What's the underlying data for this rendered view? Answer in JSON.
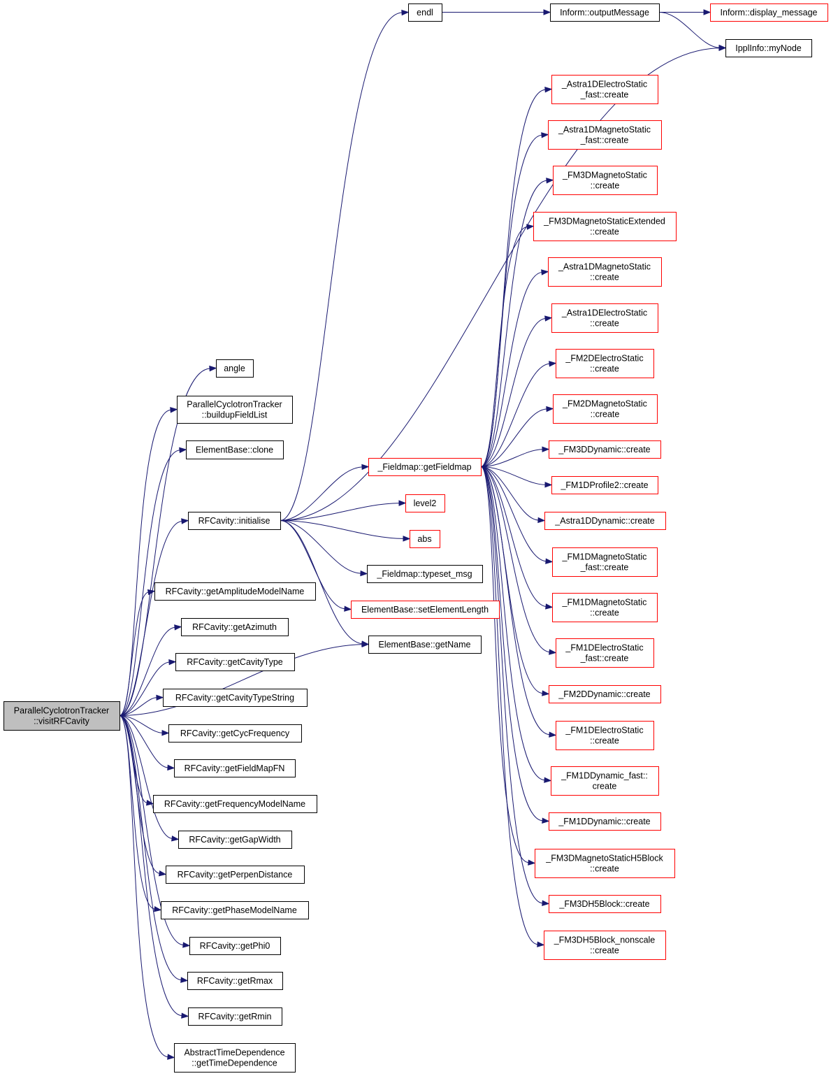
{
  "diagram": {
    "root": "ParallelCyclotronTracker::visitRFCavity",
    "nodes": [
      {
        "id": "root",
        "lines": [
          "ParallelCyclotronTracker",
          "::visitRFCavity"
        ],
        "style": "root"
      },
      {
        "id": "angle",
        "lines": [
          "angle"
        ],
        "style": "black"
      },
      {
        "id": "buildup",
        "lines": [
          "ParallelCyclotronTracker",
          "::buildupFieldList"
        ],
        "style": "black"
      },
      {
        "id": "clone",
        "lines": [
          "ElementBase::clone"
        ],
        "style": "black"
      },
      {
        "id": "init",
        "lines": [
          "RFCavity::initialise"
        ],
        "style": "black"
      },
      {
        "id": "ampl",
        "lines": [
          "RFCavity::getAmplitudeModelName"
        ],
        "style": "black"
      },
      {
        "id": "azim",
        "lines": [
          "RFCavity::getAzimuth"
        ],
        "style": "black"
      },
      {
        "id": "ctype",
        "lines": [
          "RFCavity::getCavityType"
        ],
        "style": "black"
      },
      {
        "id": "ctypes",
        "lines": [
          "RFCavity::getCavityTypeString"
        ],
        "style": "black"
      },
      {
        "id": "cycf",
        "lines": [
          "RFCavity::getCycFrequency"
        ],
        "style": "black"
      },
      {
        "id": "fmfn",
        "lines": [
          "RFCavity::getFieldMapFN"
        ],
        "style": "black"
      },
      {
        "id": "freqm",
        "lines": [
          "RFCavity::getFrequencyModelName"
        ],
        "style": "black"
      },
      {
        "id": "gapw",
        "lines": [
          "RFCavity::getGapWidth"
        ],
        "style": "black"
      },
      {
        "id": "perp",
        "lines": [
          "RFCavity::getPerpenDistance"
        ],
        "style": "black"
      },
      {
        "id": "phasem",
        "lines": [
          "RFCavity::getPhaseModelName"
        ],
        "style": "black"
      },
      {
        "id": "phi0",
        "lines": [
          "RFCavity::getPhi0"
        ],
        "style": "black"
      },
      {
        "id": "rmax",
        "lines": [
          "RFCavity::getRmax"
        ],
        "style": "black"
      },
      {
        "id": "rmin",
        "lines": [
          "RFCavity::getRmin"
        ],
        "style": "black"
      },
      {
        "id": "atd",
        "lines": [
          "AbstractTimeDependence",
          "::getTimeDependence"
        ],
        "style": "black"
      },
      {
        "id": "endl",
        "lines": [
          "endl"
        ],
        "style": "black"
      },
      {
        "id": "outmsg",
        "lines": [
          "Inform::outputMessage"
        ],
        "style": "black"
      },
      {
        "id": "dispmsg",
        "lines": [
          "Inform::display_message"
        ],
        "style": "red"
      },
      {
        "id": "mynode",
        "lines": [
          "IpplInfo::myNode"
        ],
        "style": "black"
      },
      {
        "id": "getfm",
        "lines": [
          "_Fieldmap::getFieldmap"
        ],
        "style": "red"
      },
      {
        "id": "level2",
        "lines": [
          "level2"
        ],
        "style": "red"
      },
      {
        "id": "abs",
        "lines": [
          "abs"
        ],
        "style": "red"
      },
      {
        "id": "typeset",
        "lines": [
          "_Fieldmap::typeset_msg"
        ],
        "style": "black"
      },
      {
        "id": "setlen",
        "lines": [
          "ElementBase::setElementLength"
        ],
        "style": "red"
      },
      {
        "id": "getname",
        "lines": [
          "ElementBase::getName"
        ],
        "style": "black"
      },
      {
        "id": "c1",
        "lines": [
          "_Astra1DElectroStatic",
          "_fast::create"
        ],
        "style": "red"
      },
      {
        "id": "c2",
        "lines": [
          "_Astra1DMagnetoStatic",
          "_fast::create"
        ],
        "style": "red"
      },
      {
        "id": "c3",
        "lines": [
          "_FM3DMagnetoStatic",
          "::create"
        ],
        "style": "red"
      },
      {
        "id": "c4",
        "lines": [
          "_FM3DMagnetoStaticExtended",
          "::create"
        ],
        "style": "red"
      },
      {
        "id": "c5",
        "lines": [
          "_Astra1DMagnetoStatic",
          "::create"
        ],
        "style": "red"
      },
      {
        "id": "c6",
        "lines": [
          "_Astra1DElectroStatic",
          "::create"
        ],
        "style": "red"
      },
      {
        "id": "c7",
        "lines": [
          "_FM2DElectroStatic",
          "::create"
        ],
        "style": "red"
      },
      {
        "id": "c8",
        "lines": [
          "_FM2DMagnetoStatic",
          "::create"
        ],
        "style": "red"
      },
      {
        "id": "c9",
        "lines": [
          "_FM3DDynamic::create"
        ],
        "style": "red"
      },
      {
        "id": "c10",
        "lines": [
          "_FM1DProfile2::create"
        ],
        "style": "red"
      },
      {
        "id": "c11",
        "lines": [
          "_Astra1DDynamic::create"
        ],
        "style": "red"
      },
      {
        "id": "c12",
        "lines": [
          "_FM1DMagnetoStatic",
          "_fast::create"
        ],
        "style": "red"
      },
      {
        "id": "c13",
        "lines": [
          "_FM1DMagnetoStatic",
          "::create"
        ],
        "style": "red"
      },
      {
        "id": "c14",
        "lines": [
          "_FM1DElectroStatic",
          "_fast::create"
        ],
        "style": "red"
      },
      {
        "id": "c15",
        "lines": [
          "_FM2DDynamic::create"
        ],
        "style": "red"
      },
      {
        "id": "c16",
        "lines": [
          "_FM1DElectroStatic",
          "::create"
        ],
        "style": "red"
      },
      {
        "id": "c17",
        "lines": [
          "_FM1DDynamic_fast::",
          "create"
        ],
        "style": "red"
      },
      {
        "id": "c18",
        "lines": [
          "_FM1DDynamic::create"
        ],
        "style": "red"
      },
      {
        "id": "c19",
        "lines": [
          "_FM3DMagnetoStaticH5Block",
          "::create"
        ],
        "style": "red"
      },
      {
        "id": "c20",
        "lines": [
          "_FM3DH5Block::create"
        ],
        "style": "red"
      },
      {
        "id": "c21",
        "lines": [
          "_FM3DH5Block_nonscale",
          "::create"
        ],
        "style": "red"
      }
    ],
    "edges": [
      [
        "root",
        "angle"
      ],
      [
        "root",
        "buildup"
      ],
      [
        "root",
        "clone"
      ],
      [
        "root",
        "init"
      ],
      [
        "root",
        "getname"
      ],
      [
        "root",
        "ampl"
      ],
      [
        "root",
        "azim"
      ],
      [
        "root",
        "ctype"
      ],
      [
        "root",
        "ctypes"
      ],
      [
        "root",
        "cycf"
      ],
      [
        "root",
        "fmfn"
      ],
      [
        "root",
        "freqm"
      ],
      [
        "root",
        "gapw"
      ],
      [
        "root",
        "perp"
      ],
      [
        "root",
        "phasem"
      ],
      [
        "root",
        "phi0"
      ],
      [
        "root",
        "rmax"
      ],
      [
        "root",
        "rmin"
      ],
      [
        "root",
        "atd"
      ],
      [
        "init",
        "endl"
      ],
      [
        "init",
        "mynode"
      ],
      [
        "init",
        "getfm"
      ],
      [
        "init",
        "level2"
      ],
      [
        "init",
        "abs"
      ],
      [
        "init",
        "typeset"
      ],
      [
        "init",
        "setlen"
      ],
      [
        "init",
        "getname"
      ],
      [
        "endl",
        "outmsg"
      ],
      [
        "outmsg",
        "dispmsg"
      ],
      [
        "outmsg",
        "mynode"
      ],
      [
        "getfm",
        "c1"
      ],
      [
        "getfm",
        "c2"
      ],
      [
        "getfm",
        "c3"
      ],
      [
        "getfm",
        "c4"
      ],
      [
        "getfm",
        "c5"
      ],
      [
        "getfm",
        "c6"
      ],
      [
        "getfm",
        "c7"
      ],
      [
        "getfm",
        "c8"
      ],
      [
        "getfm",
        "c9"
      ],
      [
        "getfm",
        "c10"
      ],
      [
        "getfm",
        "c11"
      ],
      [
        "getfm",
        "c12"
      ],
      [
        "getfm",
        "c13"
      ],
      [
        "getfm",
        "c14"
      ],
      [
        "getfm",
        "c15"
      ],
      [
        "getfm",
        "c16"
      ],
      [
        "getfm",
        "c17"
      ],
      [
        "getfm",
        "c18"
      ],
      [
        "getfm",
        "c19"
      ],
      [
        "getfm",
        "c20"
      ],
      [
        "getfm",
        "c21"
      ]
    ]
  }
}
